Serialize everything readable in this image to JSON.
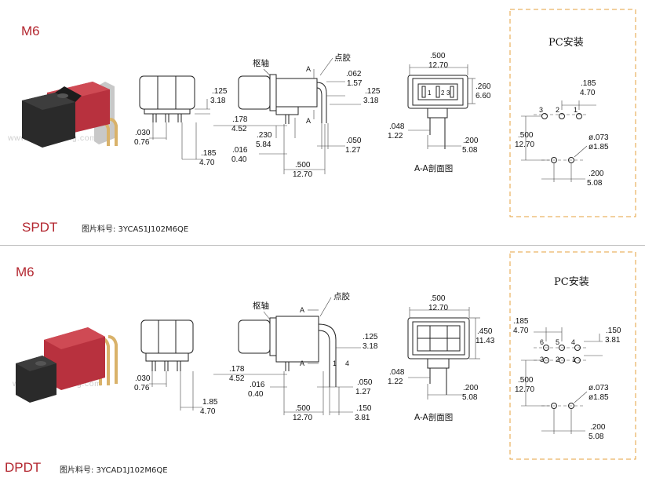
{
  "panels": [
    {
      "model": "M6",
      "type": "SPDT",
      "part_label": "图片料号: 3YCAS1J102M6QE",
      "watermark": "www.dg-yecheng.com",
      "labels": {
        "pivot": "枢轴",
        "glue": "点胶",
        "section": "A-A剖面图",
        "pc_mount": "PC安装",
        "sec_a": "A",
        "pins": [
          "1",
          "2",
          "3"
        ],
        "pc_pins": [
          "3",
          "2",
          "1"
        ]
      },
      "dims": {
        "d125": [
          ".125",
          "3.18"
        ],
        "d030": [
          ".030",
          "0.76"
        ],
        "d185": [
          ".185",
          "4.70"
        ],
        "d178": [
          ".178",
          "4.52"
        ],
        "d230": [
          ".230",
          "5.84"
        ],
        "d016": [
          ".016",
          "0.40"
        ],
        "d500b": [
          ".500",
          "12.70"
        ],
        "d062": [
          ".062",
          "1.57"
        ],
        "d125b": [
          ".125",
          "3.18"
        ],
        "d050": [
          ".050",
          "1.27"
        ],
        "d500t": [
          ".500",
          "12.70"
        ],
        "d260": [
          ".260",
          "6.60"
        ],
        "d048": [
          ".048",
          "1.22"
        ],
        "d200": [
          ".200",
          "5.08"
        ],
        "p185": [
          ".185",
          "4.70"
        ],
        "p500": [
          ".500",
          "12.70"
        ],
        "p073": [
          "ø.073",
          "ø1.85"
        ],
        "p200": [
          ".200",
          "5.08"
        ]
      }
    },
    {
      "model": "M6",
      "type": "DPDT",
      "part_label": "图片料号: 3YCAD1J102M6QE",
      "watermark": "www.dg-yecheng.com",
      "labels": {
        "pivot": "枢轴",
        "glue": "点胶",
        "section": "A-A剖面图",
        "pc_mount": "PC安装",
        "sec_a": "A",
        "side_pins": [
          "1",
          "4"
        ],
        "pc_top": [
          "6",
          "5",
          "4"
        ],
        "pc_bot": [
          "3",
          "2",
          "1"
        ]
      },
      "dims": {
        "d030": [
          ".030",
          "0.76"
        ],
        "d185": [
          "1.85",
          "4.70"
        ],
        "d178": [
          ".178",
          "4.52"
        ],
        "d016": [
          ".016",
          "0.40"
        ],
        "d500b": [
          ".500",
          "12.70"
        ],
        "d150": [
          ".150",
          "3.81"
        ],
        "d125": [
          ".125",
          "3.18"
        ],
        "d050": [
          ".050",
          "1.27"
        ],
        "d500t": [
          ".500",
          "12.70"
        ],
        "d450": [
          ".450",
          "11.43"
        ],
        "d048": [
          ".048",
          "1.22"
        ],
        "d200": [
          ".200",
          "5.08"
        ],
        "p185": [
          ".185",
          "4.70"
        ],
        "p150": [
          ".150",
          "3.81"
        ],
        "p500": [
          ".500",
          "12.70"
        ],
        "p073": [
          "ø.073",
          "ø1.85"
        ],
        "p200": [
          ".200",
          "5.08"
        ]
      }
    }
  ],
  "colors": {
    "brand_red": "#b3262f",
    "pc_box": "#e6a23c",
    "actuator_red": "#b8313e",
    "body_black": "#2a2a2a",
    "pin_gold": "#d9b26a"
  }
}
